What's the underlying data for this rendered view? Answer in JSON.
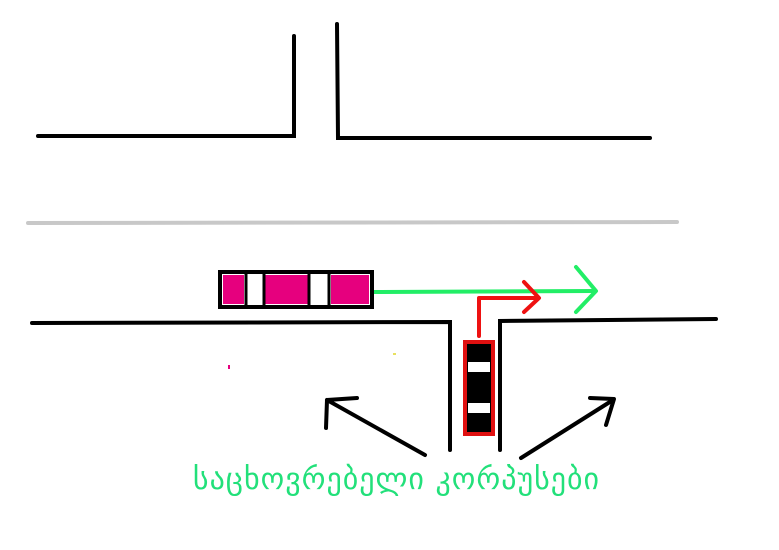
{
  "caption": {
    "text": "საცხოვრებელი კორპუსები",
    "color": "#22e07a"
  },
  "colors": {
    "road": "#000000",
    "divider": "#c8c8c8",
    "bus_fill": "#e6007e",
    "bus_outline": "#000000",
    "tram_outline": "#e01010",
    "tram_fill": "#000000",
    "green_arrow": "#22ee66",
    "red_arrow": "#ee1111"
  },
  "icons": [
    "bus-icon",
    "tram-icon",
    "green-route-arrow",
    "red-route-arrow",
    "building-pointer-arrow-left",
    "building-pointer-arrow-right"
  ]
}
